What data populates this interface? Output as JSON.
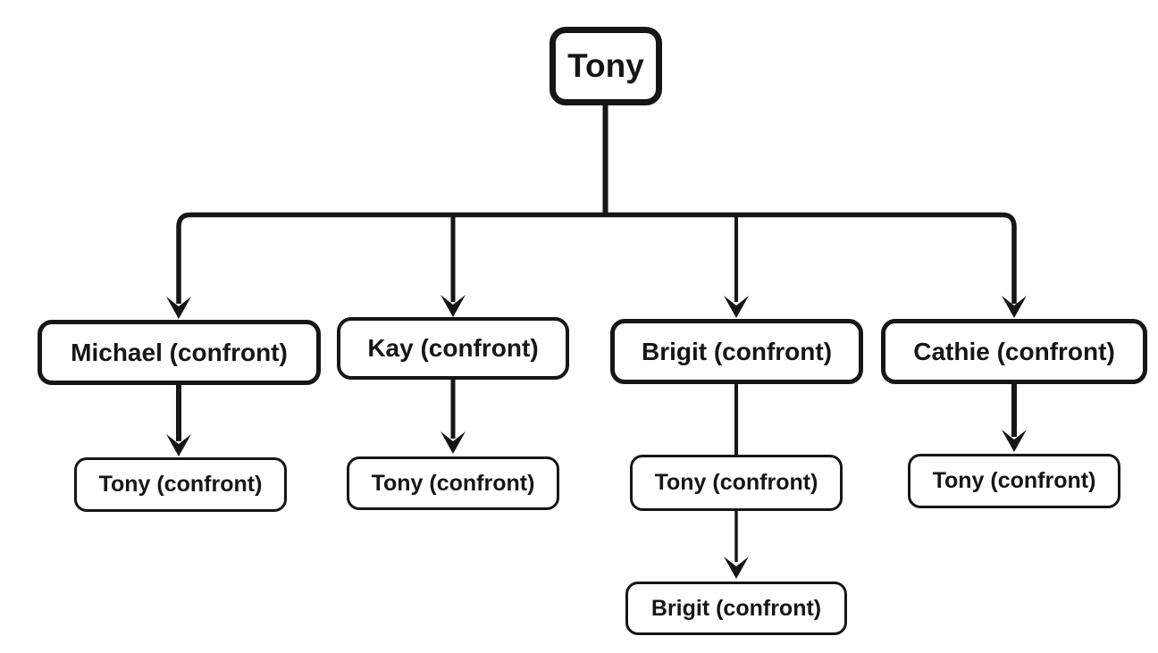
{
  "diagram": {
    "type": "tree",
    "colors": {
      "line": "#161616",
      "text": "#161616",
      "box_background": "#ffffff",
      "page_background": "#ffffff"
    },
    "nodes": {
      "root": {
        "label": "Tony"
      },
      "michael": {
        "label": "Michael (confront)"
      },
      "kay": {
        "label": "Kay (confront)"
      },
      "brigit": {
        "label": "Brigit (confront)"
      },
      "cathie": {
        "label": "Cathie (confront)"
      },
      "tony_under_michael": {
        "label": "Tony (confront)"
      },
      "tony_under_kay": {
        "label": "Tony (confront)"
      },
      "tony_under_brigit": {
        "label": "Tony (confront)"
      },
      "tony_under_cathie": {
        "label": "Tony (confront)"
      },
      "brigit_under_tony": {
        "label": "Brigit (confront)"
      }
    },
    "edges": [
      {
        "from": "root",
        "to": "michael",
        "arrowhead": true
      },
      {
        "from": "root",
        "to": "kay",
        "arrowhead": true
      },
      {
        "from": "root",
        "to": "brigit",
        "arrowhead": true
      },
      {
        "from": "root",
        "to": "cathie",
        "arrowhead": true
      },
      {
        "from": "michael",
        "to": "tony_under_michael",
        "arrowhead": true
      },
      {
        "from": "kay",
        "to": "tony_under_kay",
        "arrowhead": true
      },
      {
        "from": "brigit",
        "to": "tony_under_brigit",
        "arrowhead": false
      },
      {
        "from": "cathie",
        "to": "tony_under_cathie",
        "arrowhead": true
      },
      {
        "from": "tony_under_brigit",
        "to": "brigit_under_tony",
        "arrowhead": true
      }
    ]
  }
}
